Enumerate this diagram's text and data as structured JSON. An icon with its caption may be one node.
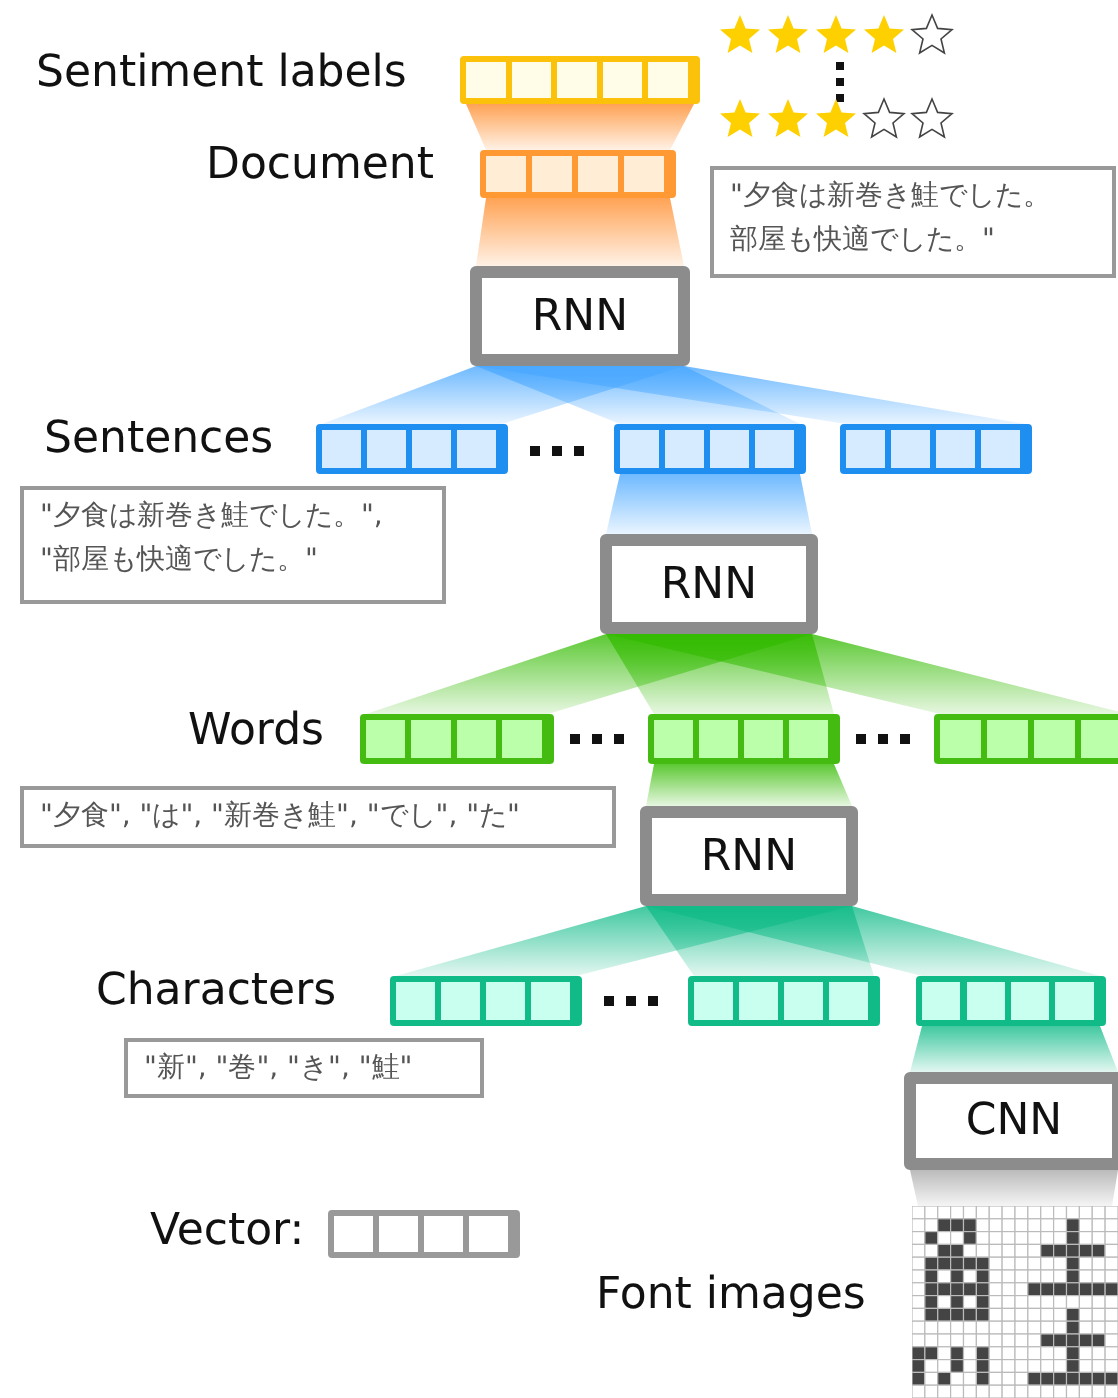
{
  "diagram": {
    "nodes": [
      {
        "text": [],
        "shape": "bar",
        "beside": [
          "Sentiment labels"
        ]
      },
      {
        "text": [],
        "shape": "bar",
        "beside": [
          "Document"
        ]
      },
      {
        "text": [
          "\"夕食は新巻き鮭でした。部屋も快適でした。\""
        ]
      },
      {
        "text": [
          "RNN"
        ]
      },
      {
        "text": [],
        "shape": "bar",
        "beside": [
          "Sentences"
        ]
      },
      {
        "text": [],
        "shape": "bar"
      },
      {
        "text": [],
        "shape": "bar"
      },
      {
        "text": [
          "\"夕食は新巻き鮭でした。\", \"部屋も快適でした。\""
        ]
      },
      {
        "text": [
          "RNN"
        ]
      },
      {
        "text": [],
        "shape": "bar",
        "beside": [
          "Words"
        ]
      },
      {
        "text": [],
        "shape": "bar"
      },
      {
        "text": [],
        "shape": "bar"
      },
      {
        "text": [
          "\"夕食\", \"は\", \"新巻き鮭\", \"でし\", \"た\""
        ]
      },
      {
        "text": [
          "RNN"
        ]
      },
      {
        "text": [],
        "shape": "bar",
        "beside": [
          "Characters"
        ]
      },
      {
        "text": [],
        "shape": "bar"
      },
      {
        "text": [],
        "shape": "bar"
      },
      {
        "text": [
          "\"新\", \"巻\", \"き\", \"鮭\""
        ]
      },
      {
        "text": [
          "CNN"
        ]
      },
      {
        "text": [],
        "shape": "picture",
        "beside": [
          "Font images"
        ]
      },
      {
        "text": [],
        "shape": "bar",
        "beside": [
          "Vector:"
        ]
      }
    ],
    "edges": [
      {
        "from": 1,
        "to": 0,
        "arrow": "none",
        "color": "#ff8c2a"
      },
      {
        "from": 3,
        "to": 1,
        "arrow": "none",
        "color": "#ff8c2a"
      },
      {
        "from": 4,
        "to": 3,
        "arrow": "none",
        "color": "#4aa8ff"
      },
      {
        "from": 5,
        "to": 3,
        "arrow": "none",
        "color": "#4aa8ff"
      },
      {
        "from": 6,
        "to": 3,
        "arrow": "none",
        "color": "#4aa8ff"
      },
      {
        "from": 8,
        "to": 5,
        "arrow": "none",
        "color": "#4aa8ff"
      },
      {
        "from": 9,
        "to": 8,
        "arrow": "none",
        "color": "#33bb00"
      },
      {
        "from": 10,
        "to": 8,
        "arrow": "none",
        "color": "#33bb00"
      },
      {
        "from": 11,
        "to": 8,
        "arrow": "none",
        "color": "#33bb00"
      },
      {
        "from": 13,
        "to": 10,
        "arrow": "none",
        "color": "#33bb00"
      },
      {
        "from": 14,
        "to": 13,
        "arrow": "none",
        "color": "#11bb88"
      },
      {
        "from": 15,
        "to": 13,
        "arrow": "none",
        "color": "#11bb88"
      },
      {
        "from": 16,
        "to": 13,
        "arrow": "none",
        "color": "#11bb88"
      },
      {
        "from": 18,
        "to": 16,
        "arrow": "none",
        "color": "#11bb88"
      },
      {
        "from": 19,
        "to": 18,
        "arrow": "none",
        "color": "#aaaaaa"
      }
    ]
  }
}
